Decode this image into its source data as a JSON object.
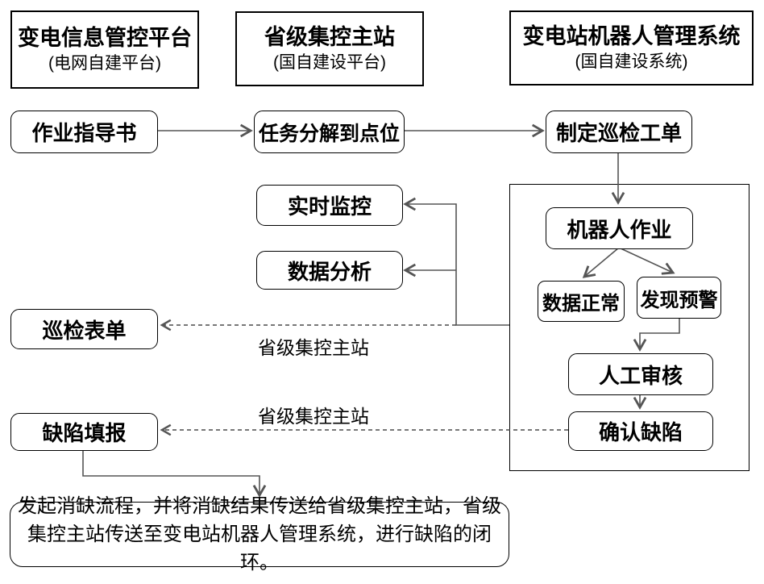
{
  "diagram": {
    "headers": [
      {
        "title": "变电信息管控平台",
        "subtitle": "(电网自建平台)"
      },
      {
        "title": "省级集控主站",
        "subtitle": "(国自建设平台)"
      },
      {
        "title": "变电站机器人管理系统",
        "subtitle": "(国自建设系统)"
      }
    ],
    "nodes": {
      "work_guide": "作业指导书",
      "task_decompose": "任务分解到点位",
      "create_order": "制定巡检工单",
      "realtime_monitor": "实时监控",
      "data_analysis": "数据分析",
      "inspection_form": "巡检表单",
      "defect_report": "缺陷填报",
      "robot_work": "机器人作业",
      "data_normal": "数据正常",
      "warning_found": "发现预警",
      "manual_review": "人工审核",
      "confirm_defect": "确认缺陷",
      "closing_note": "发起消缺流程，并将消缺结果传送给省级集控主站，省级集控主站传送至变电站机器人管理系统，进行缺陷的闭环。"
    },
    "edge_labels": {
      "to_inspection_form": "省级集控主站",
      "to_defect_report": "省级集控主站"
    },
    "colors": {
      "background": "#ffffff",
      "box_border": "#000000",
      "connector": "#555555",
      "text": "#000000"
    }
  }
}
